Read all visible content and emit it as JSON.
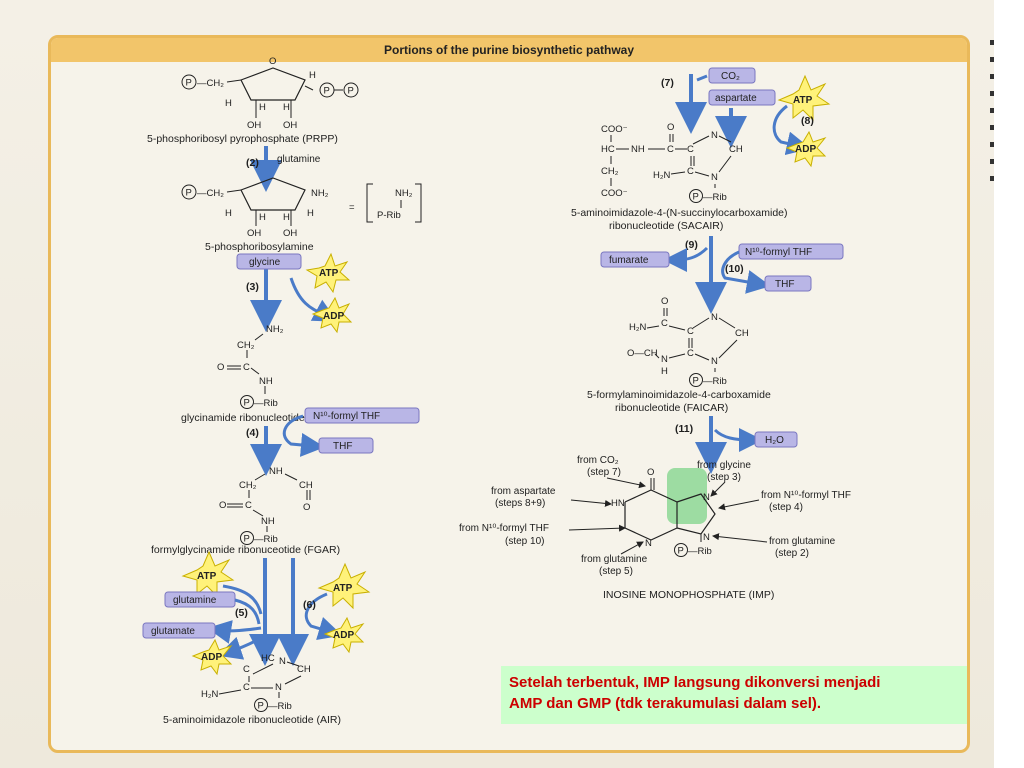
{
  "figure": {
    "title": "Portions of the purine biosynthetic pathway"
  },
  "left": {
    "prpp": {
      "p_ch2": "P",
      "ch2": "—CH₂",
      "h1": "H",
      "h2": "H",
      "h3": "H",
      "h4": "H",
      "oh1": "OH",
      "oh2": "OH",
      "o": "O",
      "p1": "P",
      "p2": "P",
      "name": "5-phosphoribosyl pyrophosphate (PRPP)"
    },
    "step2": {
      "num": "(2)",
      "reagent": "glutamine"
    },
    "prib_amine": {
      "p": "P",
      "ch2": "—CH₂",
      "h1": "H",
      "h2": "H",
      "h3": "H",
      "h4": "H",
      "oh1": "OH",
      "oh2": "OH",
      "nh2": "NH₂",
      "eq": "=",
      "br_nh2": "NH₂",
      "br_prib": "P-Rib",
      "name": "5-phosphoribosylamine"
    },
    "step3": {
      "num": "(3)",
      "in": "glycine",
      "atp": "ATP",
      "adp": "ADP"
    },
    "gar": {
      "nh2": "NH₂",
      "ch2": "CH₂",
      "oc": "O",
      "c": "C",
      "nh": "NH",
      "p": "P",
      "rib": "—Rib",
      "name": "glycinamide ribonucleotide (GAR)"
    },
    "step4": {
      "num": "(4)",
      "in": "N¹⁰-formyl THF",
      "out": "THF"
    },
    "fgar": {
      "nh": "NH",
      "ch2": "CH₂",
      "ch": "CH",
      "o1": "O",
      "c": "C",
      "nh2": "NH",
      "o2": "O",
      "p": "P",
      "rib": "—Rib",
      "name": "formylglycinamide ribonuceotide (FGAR)"
    },
    "step5": {
      "num": "(5)",
      "atp": "ATP",
      "in": "glutamine",
      "out": "glutamate",
      "adp": "ADP"
    },
    "step6": {
      "num": "(6)",
      "atp": "ATP",
      "adp": "ADP"
    },
    "air": {
      "hc": "HC",
      "c": "C",
      "n": "N",
      "ch": "CH",
      "h2n": "H₂N",
      "c2": "C",
      "n2": "N",
      "p": "P",
      "rib": "—Rib",
      "name": "5-aminoimidazole ribonucleotide (AIR)"
    }
  },
  "right": {
    "step7": {
      "num": "(7)",
      "in": "CO₂"
    },
    "step8": {
      "num": "(8)",
      "in": "aspartate",
      "atp": "ATP",
      "adp": "ADP"
    },
    "sacair": {
      "coo1": "COO⁻",
      "o": "O",
      "hc": "HC",
      "nh": "NH",
      "c": "C",
      "n": "N",
      "c2": "C",
      "ch": "CH",
      "ch2": "CH₂",
      "h2n": "H₂N",
      "c3": "C",
      "n2": "N",
      "coo2": "COO⁻",
      "p": "P",
      "rib": "—Rib",
      "name1": "5-aminoimidazole-4-(N-succinylocarboxamide)",
      "name2": "ribonucleotide (SACAIR)"
    },
    "step9": {
      "num": "(9)",
      "out": "fumarate"
    },
    "step10": {
      "num": "(10)",
      "in": "N¹⁰-formyl THF",
      "out": "THF"
    },
    "faicar": {
      "o": "O",
      "h2n": "H₂N",
      "c": "C",
      "c2": "C",
      "n": "N",
      "ch": "CH",
      "och": "O—CH",
      "c3": "C",
      "hn": "N",
      "h": "H",
      "n2": "N",
      "p": "P",
      "rib": "—Rib",
      "name1": "5-formylaminoimidazole-4-carboxamide",
      "name2": "ribonucleotide (FAICAR)"
    },
    "step11": {
      "num": "(11)",
      "out": "H₂O"
    },
    "imp": {
      "from_co2": "from CO₂",
      "step7": "(step 7)",
      "from_glycine": "from glycine",
      "step3": "(step 3)",
      "from_asp": "from aspartate",
      "steps89": "(steps 8+9)",
      "from_formyl1": "from N¹⁰-formyl THF",
      "step4": "(step 4)",
      "from_formyl2": "from N¹⁰-formyl THF",
      "step10": "(step 10)",
      "from_gln1": "from glutamine",
      "step2": "(step 2)",
      "from_gln2": "from glutamine",
      "step5": "(step 5)",
      "o": "O",
      "hn": "HN",
      "n1": "N",
      "n2": "N",
      "n3": "N",
      "p": "P",
      "rib": "—Rib",
      "name": "INOSINE MONOPHOSPHATE (IMP)"
    }
  },
  "note": {
    "line1": "Setelah terbentuk, IMP langsung dikonversi menjadi",
    "line2": "AMP dan GMP (tdk terakumulasi dalam sel)."
  }
}
